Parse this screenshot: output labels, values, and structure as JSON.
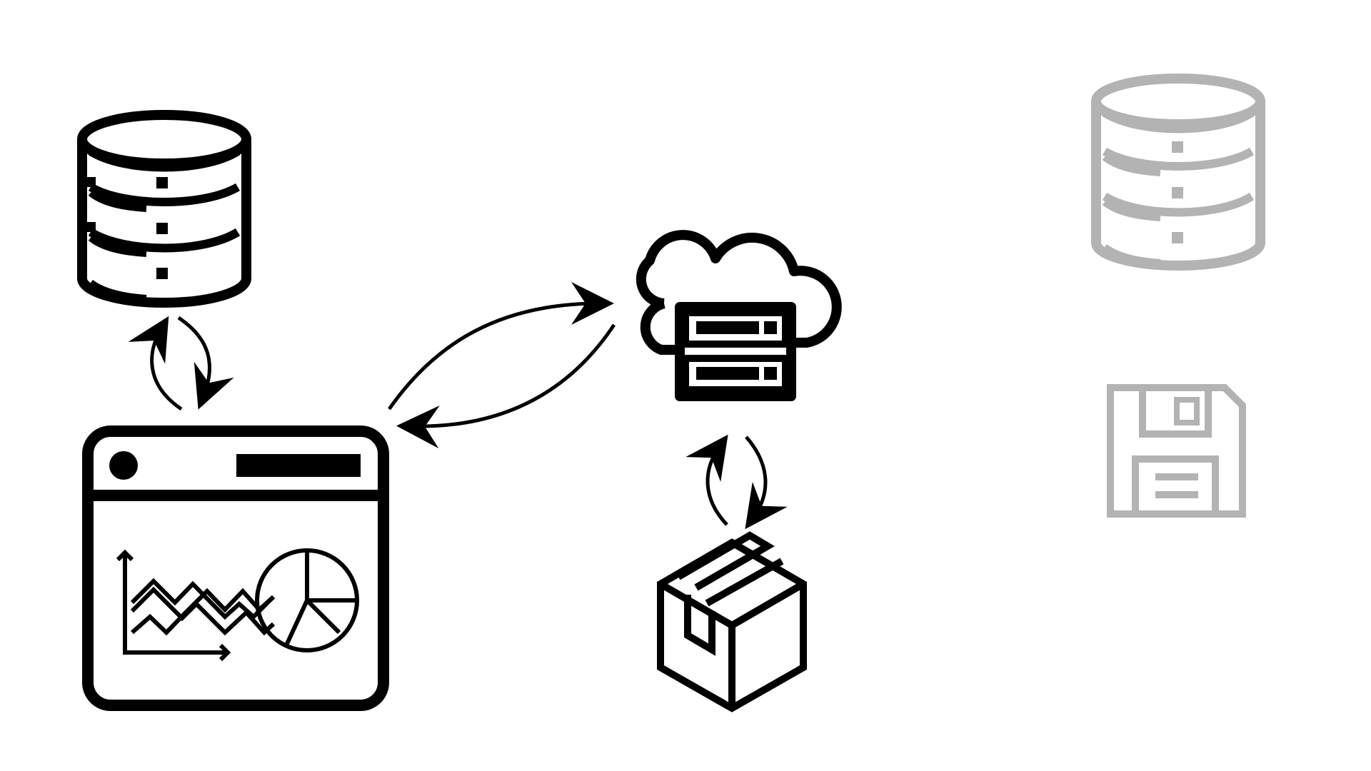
{
  "colors": {
    "background": "#ffffff",
    "primary_stroke": "#000000",
    "muted_stroke": "#b3b3b3"
  },
  "nodes": [
    {
      "id": "database",
      "icon": "database-icon",
      "color": "#000000"
    },
    {
      "id": "dashboard",
      "icon": "dashboard-window-icon",
      "color": "#000000"
    },
    {
      "id": "cloud-server",
      "icon": "cloud-server-icon",
      "color": "#000000"
    },
    {
      "id": "package",
      "icon": "package-box-icon",
      "color": "#000000"
    },
    {
      "id": "database-muted",
      "icon": "database-icon",
      "color": "#b3b3b3"
    },
    {
      "id": "floppy-disk",
      "icon": "floppy-disk-icon",
      "color": "#b3b3b3"
    }
  ],
  "connections": [
    {
      "between": [
        "database",
        "dashboard"
      ],
      "style": "bidirectional-sync"
    },
    {
      "between": [
        "dashboard",
        "cloud-server"
      ],
      "style": "bidirectional-sync"
    },
    {
      "between": [
        "cloud-server",
        "package"
      ],
      "style": "bidirectional-sync"
    }
  ]
}
